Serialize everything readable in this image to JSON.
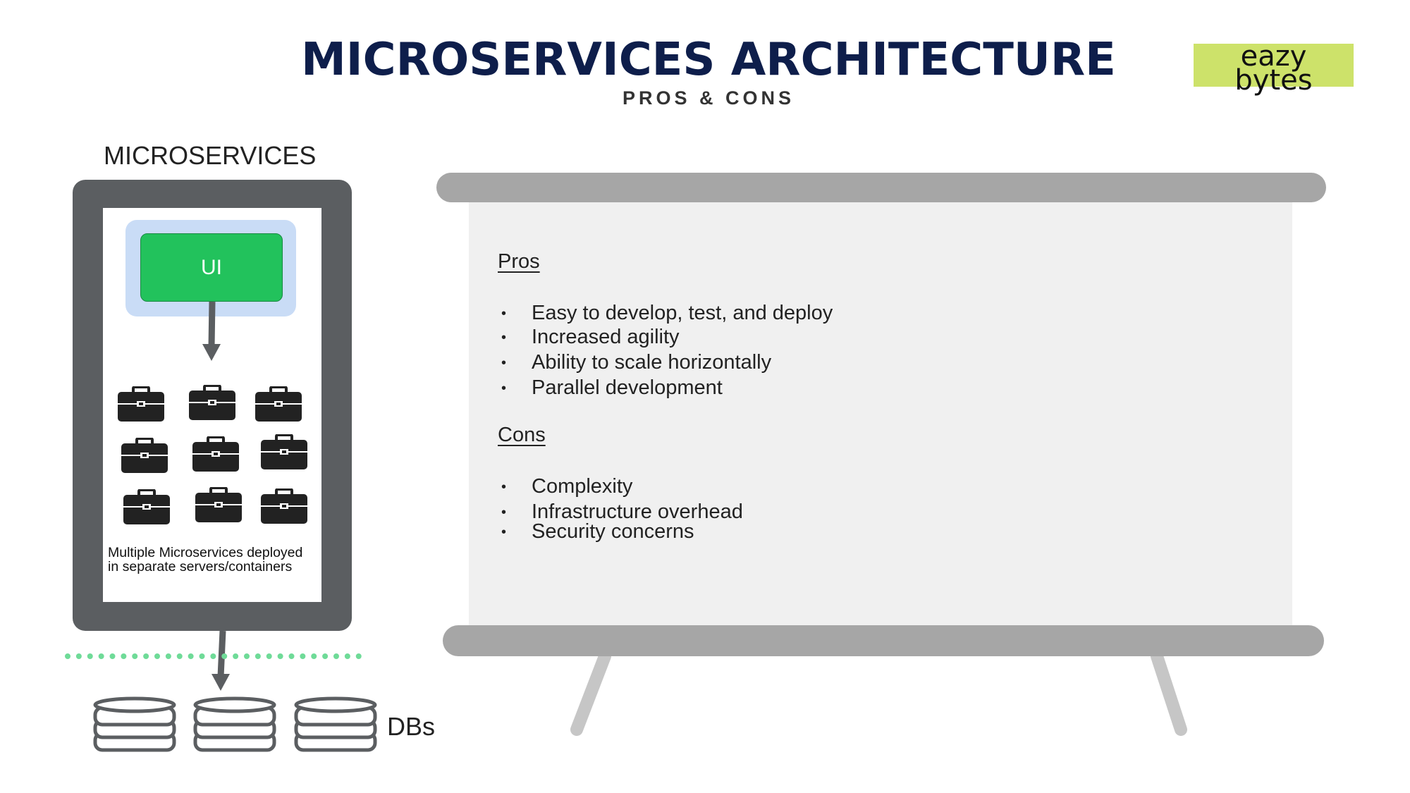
{
  "header": {
    "title": "MICROSERVICES ARCHITECTURE",
    "subtitle": "PROS & CONS"
  },
  "logo": {
    "line1": "eazy",
    "line2": "bytes",
    "color": "#cde26a"
  },
  "diagram": {
    "label": "MICROSERVICES",
    "ui_label": "UI",
    "caption_line1": "Multiple Microservices deployed",
    "caption_line2": "in separate servers/containers",
    "db_label": "DBs",
    "service_count": 9,
    "db_count": 3
  },
  "board": {
    "pros_heading": "Pros",
    "pros": [
      "Easy to develop, test, and deploy",
      "Increased agility",
      "Ability to scale horizontally",
      "Parallel development"
    ],
    "cons_heading": "Cons",
    "cons": [
      "Complexity",
      "Infrastructure overhead",
      "Security concerns"
    ],
    "bullet": "•"
  }
}
